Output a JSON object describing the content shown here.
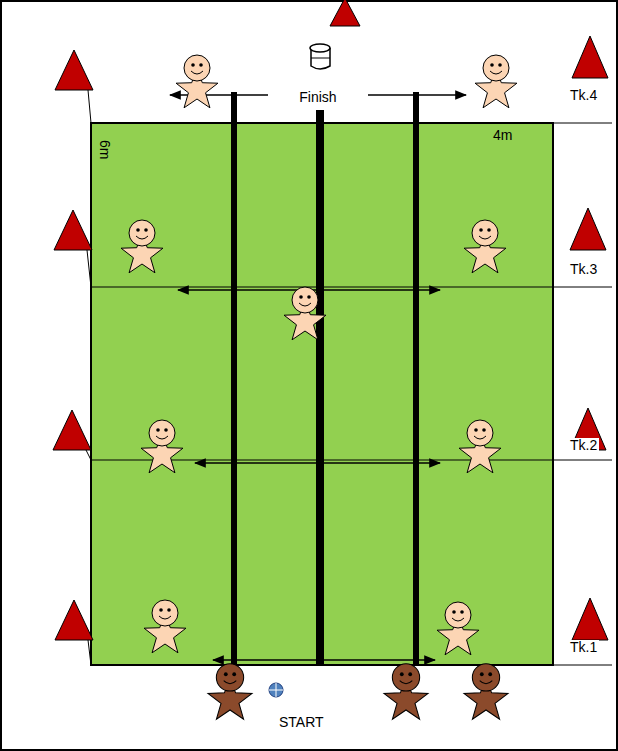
{
  "diagram": {
    "labels": [
      "Finish",
      "4m",
      "6m",
      "Tk.4",
      "Tk.3",
      "Tk.2",
      "Tk.1",
      "START"
    ]
  }
}
